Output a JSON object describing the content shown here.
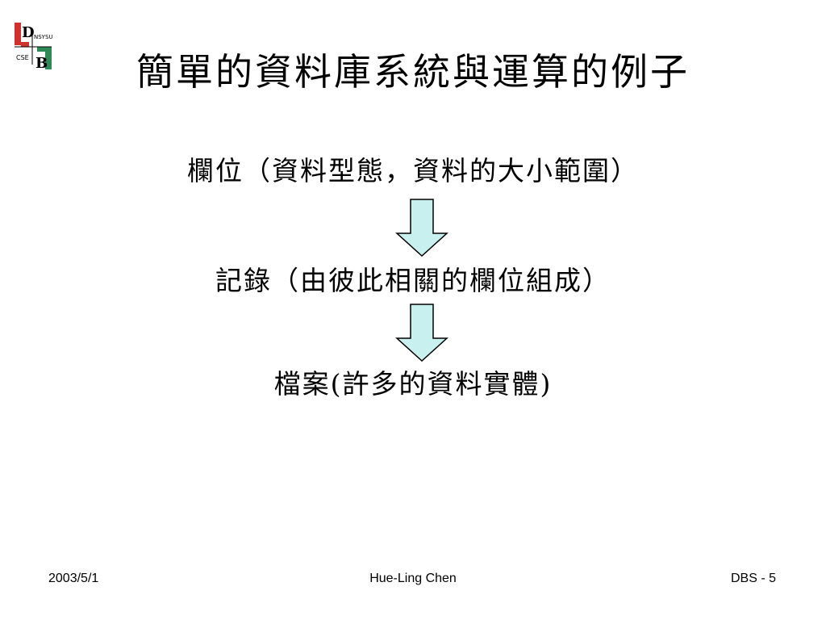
{
  "logo": {
    "letter_top": "D",
    "letter_bottom": "B",
    "text_top": "NSYSU",
    "text_bottom": "CSE",
    "colors": {
      "red": "#d0312d",
      "green": "#2e8b57",
      "dark": "#000000"
    }
  },
  "slide": {
    "title": "簡單的資料庫系統與運算的例子",
    "lines": [
      "欄位（資料型態，資料的大小範圍）",
      "記錄（由彼此相關的欄位組成）",
      "檔案(許多的資料實體)"
    ],
    "arrow_color": "#c8f0ef",
    "arrow_icon": "down-arrow-icon"
  },
  "footer": {
    "date": "2003/5/1",
    "author": "Hue-Ling Chen",
    "page": "DBS - 5"
  }
}
